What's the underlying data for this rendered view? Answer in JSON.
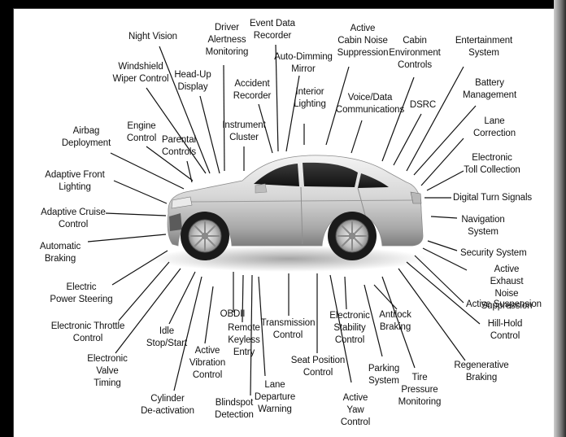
{
  "labels": {
    "night_vision": "Night Vision",
    "driver_alertness": "Driver\nAlertness\nMonitoring",
    "event_data_recorder": "Event Data\nRecorder",
    "active_cabin_noise": "Active\nCabin Noise\nSuppression",
    "cabin_environment": "Cabin\nEnvironment\nControls",
    "entertainment": "Entertainment\nSystem",
    "windshield_wiper": "Windshield\nWiper Control",
    "head_up_display": "Head-Up\nDisplay",
    "accident_recorder": "Accident\nRecorder",
    "auto_dimming_mirror": "Auto-Dimming\nMirror",
    "interior_lighting": "Interior\nLighting",
    "voice_data": "Voice/Data\nCommunications",
    "dsrc": "DSRC",
    "battery_management": "Battery\nManagement",
    "instrument_cluster": "Instrument\nCluster",
    "engine_control": "Engine\nControl",
    "parental_controls": "Parental\nControls",
    "airbag_deployment": "Airbag\nDeployment",
    "lane_correction": "Lane\nCorrection",
    "electronic_toll": "Electronic\nToll Collection",
    "adaptive_front_lighting": "Adaptive Front\nLighting",
    "digital_turn_signals": "Digital Turn Signals",
    "adaptive_cruise": "Adaptive Cruise\nControl",
    "navigation_system": "Navigation\nSystem",
    "automatic_braking": "Automatic\nBraking",
    "security_system": "Security System",
    "active_exhaust": "Active Exhaust\nNoise Suppression",
    "electric_power_steering": "Electric\nPower Steering",
    "active_suspension": "Active Suspension",
    "electronic_throttle": "Electronic Throttle\nControl",
    "obdii": "OBDII",
    "antilock_braking": "Antilock\nBraking",
    "hill_hold": "Hill-Hold\nControl",
    "idle_stop_start": "Idle\nStop/Start",
    "transmission_control": "Transmission\nControl",
    "electronic_stability": "Electronic\nStability\nControl",
    "regenerative_braking": "Regenerative\nBraking",
    "electronic_valve_timing": "Electronic\nValve\nTiming",
    "active_vibration": "Active\nVibration\nControl",
    "remote_keyless_entry": "Remote\nKeyless\nEntry",
    "seat_position": "Seat Position\nControl",
    "parking_system": "Parking\nSystem",
    "tire_pressure": "Tire\nPressure\nMonitoring",
    "cylinder_deactivation": "Cylinder\nDe-activation",
    "blindspot_detection": "Blindspot\nDetection",
    "lane_departure": "Lane\nDeparture\nWarning",
    "active_yaw": "Active\nYaw\nControl"
  },
  "colors": {
    "frame": "#000000",
    "line": "#111111",
    "car_body": "#d9d9d9"
  }
}
